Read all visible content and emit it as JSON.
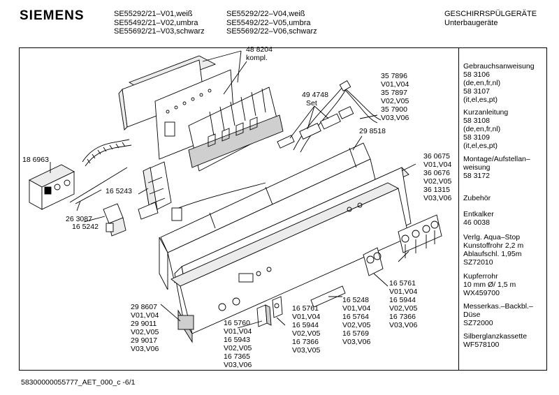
{
  "header": {
    "brand": "SIEMENS",
    "models_left": [
      "SE55292/21–V01,weiß",
      "SE55492/21–V02,umbra",
      "SE55692/21–V03,schwarz"
    ],
    "models_right": [
      "SE55292/22–V04,weiß",
      "SE55492/22–V05,umbra",
      "SE55692/22–V06,schwarz"
    ],
    "category": [
      "GESCHIRRSPÜLGERÄTE",
      "Unterbaugeräte"
    ]
  },
  "sidebar": [
    [
      "Gebrauchsanweisung",
      "58 3106",
      "(de,en,fr,nl)",
      "58 3107",
      "(it,el,es,pt)"
    ],
    [
      "Kurzanleitung",
      "58 3108",
      "(de,en,fr,nl)",
      "58 3109",
      "(it,el,es,pt)"
    ],
    [
      "Montage/Aufstellan–",
      "weisung",
      "58 3172"
    ],
    [
      "Zubehör"
    ],
    [
      "Entkalker",
      "46 0038"
    ],
    [
      "Verlg. Aqua–Stop",
      "Kunstoffrohr 2,2 m",
      "Ablaufschl. 1,95m",
      "SZ72010"
    ],
    [
      "Kupferrohr",
      "10 mm Ø/ 1,5 m",
      "WX459700"
    ],
    [
      "Messerkas.–Backbl.–",
      "Düse",
      "SZ72000"
    ],
    [
      "Silberglanzkassette",
      "WF578100"
    ]
  ],
  "labels": {
    "l488204": [
      "48 8204",
      "kompl."
    ],
    "l494748": [
      "49 4748",
      "Set"
    ],
    "l357896": [
      "35 7896",
      "V01,V04",
      "35 7897",
      "V02,V05",
      "35 7900",
      "V03,V06"
    ],
    "l298518": [
      "29 8518"
    ],
    "l360675": [
      "36 0675",
      "V01,V04",
      "36 0676",
      "V02,V05",
      "36 1315",
      "V03,V06"
    ],
    "l186963": [
      "18 6963"
    ],
    "l165243": [
      "16 5243"
    ],
    "l263087": [
      "26 3087"
    ],
    "l165242": [
      "16 5242"
    ],
    "l298607": [
      "29 8607",
      "V01,V04",
      "29 9011",
      "V02,V05",
      "29 9017",
      "V03,V06"
    ],
    "l165760": [
      "16 5760",
      "V01,V04",
      "16 5943",
      "V02,V05",
      "16 7365",
      "V03,V06"
    ],
    "l165761a": [
      "16 5761",
      "V01,V04",
      "16 5944",
      "V02,V05",
      "16 7366",
      "V03,V05"
    ],
    "l165248": [
      "16 5248",
      "V01,V04",
      "16 5764",
      "V02,V05",
      "16 5769",
      "V03,V06"
    ],
    "l165761b": [
      "16 5761",
      "V01,V04",
      "16 5944",
      "V02,V05",
      "16 7366",
      "V03,V06"
    ]
  },
  "footer": "58300000055777_AET_000_c  -6/1"
}
